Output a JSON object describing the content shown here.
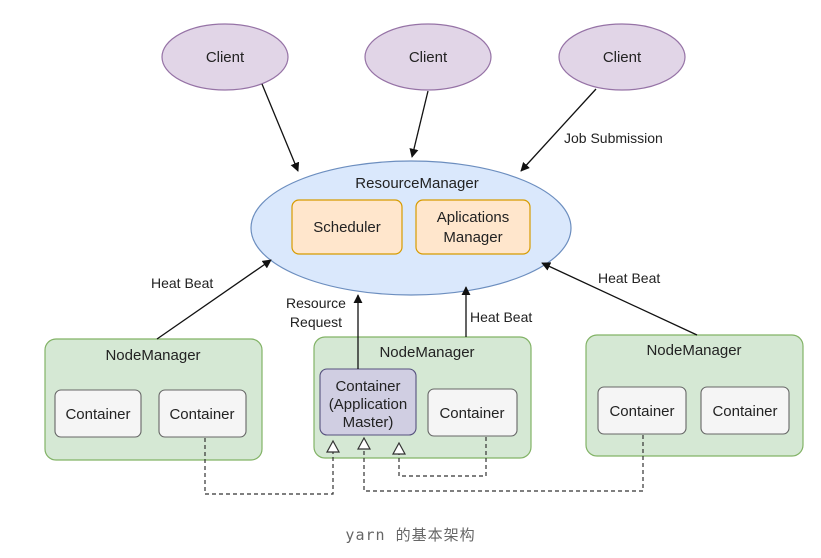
{
  "diagram": {
    "clients": [
      {
        "label": "Client"
      },
      {
        "label": "Client"
      },
      {
        "label": "Client"
      }
    ],
    "resource_manager": {
      "label": "ResourceManager",
      "scheduler": "Scheduler",
      "app_manager_line1": "Aplications",
      "app_manager_line2": "Manager"
    },
    "edge_labels": {
      "job_submission": "Job Submission",
      "heartbeat_left": "Heat Beat",
      "heartbeat_middle": "Heat Beat",
      "heartbeat_right": "Heat Beat",
      "resource_request_line1": "Resource",
      "resource_request_line2": "Request"
    },
    "node_managers": [
      {
        "label": "NodeManager",
        "containers": [
          "Container",
          "Container"
        ]
      },
      {
        "label": "NodeManager",
        "app_master_line1": "Container",
        "app_master_line2": "(Application",
        "app_master_line3": "Master)",
        "containers": [
          "Container"
        ]
      },
      {
        "label": "NodeManager",
        "containers": [
          "Container",
          "Container"
        ]
      }
    ],
    "colors": {
      "client_fill": "#e1d5e7",
      "client_stroke": "#9673a6",
      "rm_fill": "#dae8fc",
      "rm_stroke": "#6c8ebf",
      "inner_fill": "#ffe6cc",
      "inner_stroke": "#d79b00",
      "nm_fill": "#d5e8d4",
      "nm_stroke": "#82b366",
      "container_fill": "#f5f5f5",
      "container_stroke": "#666666",
      "am_fill": "#d0cee2",
      "am_stroke": "#56517e"
    }
  },
  "caption": "yarn 的基本架构"
}
